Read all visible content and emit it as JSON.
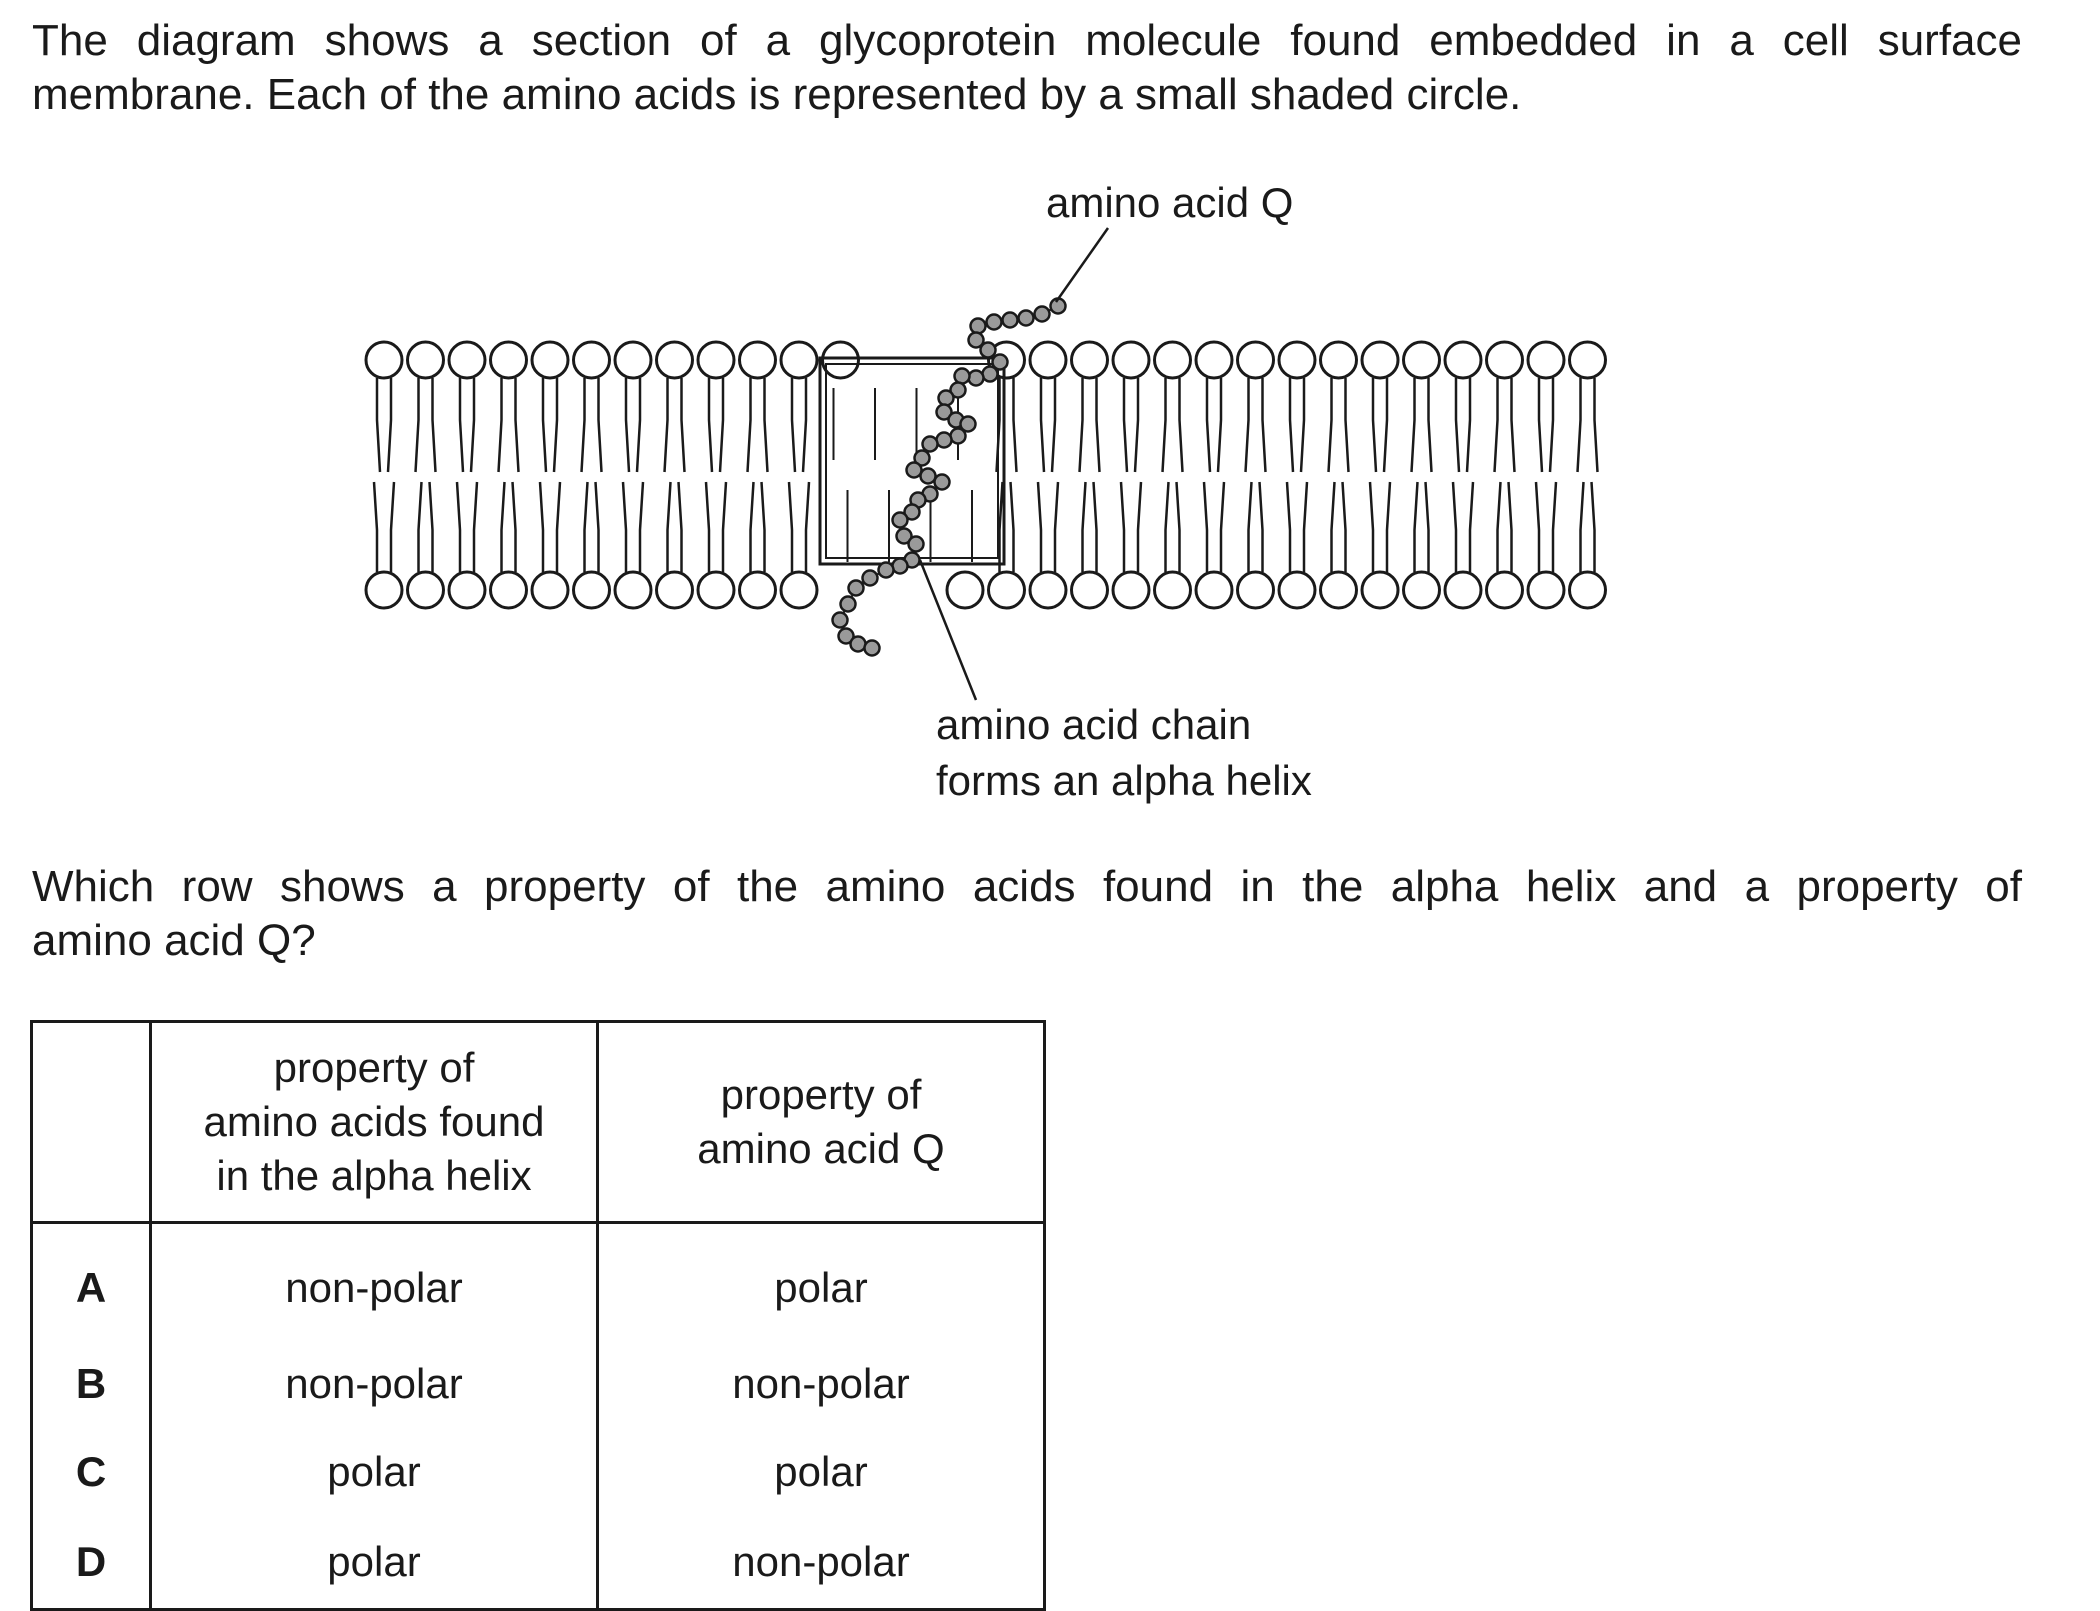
{
  "intro": {
    "line1": "The diagram shows a section of a glycoprotein molecule found embedded in a cell surface",
    "line2": "membrane. Each of the amino acids is represented by a small shaded circle."
  },
  "diagram": {
    "label_q": "amino acid Q",
    "label_chain_line1": "amino acid chain",
    "label_chain_line2": "forms an alpha helix",
    "colors": {
      "line": "#1a1a1a",
      "amino_acid_fill": "#9a9a9a",
      "background": "#ffffff"
    }
  },
  "question": {
    "line1": "Which row shows a property of the amino acids found in the alpha helix and a property of",
    "line2": "amino acid Q?"
  },
  "table": {
    "headers": {
      "key": "",
      "helix": [
        "property of",
        "amino acids found",
        "in the alpha helix"
      ],
      "q": [
        "property of",
        "amino acid Q"
      ]
    },
    "rows": [
      {
        "key": "A",
        "helix": "non-polar",
        "q": "polar"
      },
      {
        "key": "B",
        "helix": "non-polar",
        "q": "non-polar"
      },
      {
        "key": "C",
        "helix": "polar",
        "q": "polar"
      },
      {
        "key": "D",
        "helix": "polar",
        "q": "non-polar"
      }
    ]
  }
}
